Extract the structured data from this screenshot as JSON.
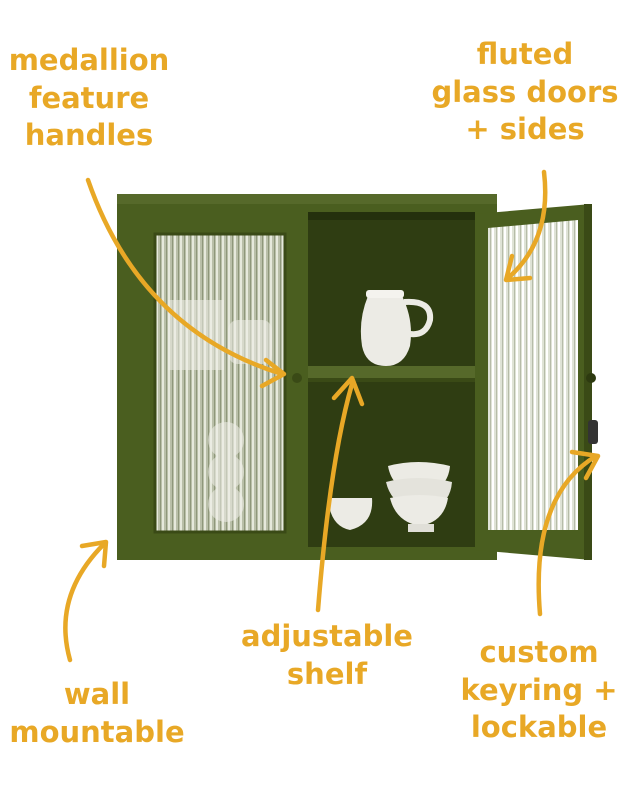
{
  "labels": {
    "medallion": [
      "medallion",
      "feature",
      "handles"
    ],
    "fluted": [
      "fluted",
      "glass doors",
      "+ sides"
    ],
    "shelf": [
      "adjustable",
      "shelf"
    ],
    "wall": [
      "wall",
      "mountable"
    ],
    "keyring": [
      "custom",
      "keyring +",
      "lockable"
    ]
  },
  "colors": {
    "accent": "#e8a826",
    "cabinet": "#4a5e1f",
    "cabinet_dark": "#3a4a16",
    "interior": "#2f3d12",
    "ceramic": "#ecebe5"
  }
}
